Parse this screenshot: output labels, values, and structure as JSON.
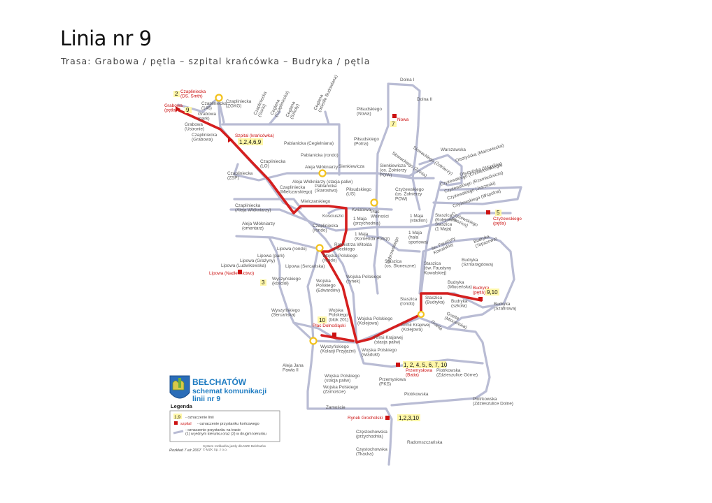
{
  "title": "Linia nr 9",
  "route": "Trasa: Grabowa / pętla – szpital krańcówka – Budryka / pętla",
  "colors": {
    "route": "#d51f1f",
    "network": "#b9bcd4",
    "transfer": "#f3c21c",
    "terminus": "#cc1111",
    "label_bg": "#fff7a8"
  },
  "stations": {
    "czaplin_ds": "Czaplinieckа\n(DS. Smth)",
    "czaplin_zgkg": "Czaplinieckа\n(ZGKG)",
    "czaplin146": "Czaplinieckа\n(146)",
    "grabowa_petla": "Grabowa\n(pętla)",
    "grabowa_park": "Grabowa\n(park)",
    "grabowa_ustronie": "Grabowa\n(Ustronie)",
    "czaplin_grabowa": "Czaplinieckа\n(Grabowa)",
    "szpital": "Szpital (krańcówka)",
    "czaplin_lo": "Czaplinieckа\n(LO)",
    "czaplin_zsp": "Czaplinieckа\n(ZSP)",
    "czaplin_mielcz": "Czaplinieckа\n(Mielczarskiego)",
    "czaplin_wlok": "Czaplinieckа\n(Aleja Włókniarzy)",
    "wlok_oment": "Aleja Włókniarzy\n(omentarz)",
    "wlok_stacja": "Aleja Włókniarzy (stacja paliw)",
    "aleja_wlok": "Aleja Włókniarzy",
    "pabianicka_ceg": "Pabianicka (Cegielniana)",
    "pabianicka_rondo": "Pabianicka (rondo)",
    "pabianicka_star": "Pabianicka\n(Starostwo)",
    "mielczarskiego": "Mielczarskiego",
    "kosciuszki": "Kościuszki",
    "kwiatowa": "Kwiatowa",
    "plac_wolnosci": "Plac\nWolności",
    "czaplin_rondo": "Czaplinieckа\n(rondo)",
    "rotmistrza": "Rotmistrza Witolda\nPileckiego",
    "wp_rondo": "Wojska Polskiego\n(rondo)",
    "lipowa_rondo": "Lipowa (rondo)",
    "lipowa_park": "Lipowa (park)",
    "lipowa_grazyny": "Lipowa (Grażyny)",
    "lipowa_ludwik": "Lipowa (Ludwikowska)",
    "lipowa_nadles": "Lipowa (Nadleśnictwo)",
    "lipowa_sercan": "Lipowa (Serсańska)",
    "wysz_kosciol": "Wyszyńskiego\n(kościół)",
    "wysz_sercan": "Wyszyńskiego\n(Serсańska)",
    "wp_edward": "Wojska\nPolskiego\n(Edwardów)",
    "wp_rynek": "Wojska Polskiego\n(rynek)",
    "wp_blok": "Wojska\nPolskiego\n(blok 201)",
    "plac_doln": "Plac Dolnośląski",
    "wp_kolejowa": "Wojska Polskiego\n(Kolejowa)",
    "ak_stacja": "Armii Krajowej\n(stacja paliw)",
    "wp_wiadukt": "Wojska Polskiego\n(wiadukt)",
    "wysz_kolacji": "Wyszyńskiego\n(Kolacji Przyjaźni)",
    "aleja_jana": "Aleja Jana\nPawła II",
    "wp_stacja": "Wojska Polskiego\n(stacja paliw)",
    "wp_zamoscie": "Wojska Polskiego\n(Zamoście)",
    "zamoscie": "Zamoście",
    "przemyslowa_batia": "Przemysłowa\n(Batia)",
    "przemyslowa_pks": "Przemysłowa\n(PKS)",
    "piotrkowska": "Piotrkowska",
    "piotr_gorne": "Piotrkowska\n(Zdzieszulice Górne)",
    "piotr_dolne": "Piotrkowska\n(Zdzieszulice Dolne)",
    "rynek_groch": "Rynek Grocholski",
    "czest_przych": "Częstochowska\n(przychodnia)",
    "czest_tkacka": "Częstochowska\n(Tkacka)",
    "radomszczanska": "Radomszczańska",
    "dolna1": "Dolna I",
    "dolna2": "Dolna II",
    "pils_nowa": "Piłsudskiego\n(Nowa)",
    "nowa": "Nowa",
    "pils_polna": "Piłsudskiego\n(Polna)",
    "pils_us": "Piłsudskiego\n(US)",
    "sienkiewicza": "Sienkiewicza",
    "sienk_zolnierzy": "Sienkiewicza\n(os. Żołnierzy\nPOW)",
    "slowackiego_zytnia": "Słowackiego (Żytnia)",
    "slowackiego_zolnierzy": "Słowackiego (Żołnierzy)",
    "warszawska": "Warszawska",
    "olszt_mazow": "Olsztyńska (Mazowiecka)",
    "olszt_wspolna": "Olsztyńska (Wspólna)",
    "czyz_zolnierzy": "Czyżewskiego\n(os. Żołnierzy\nPOW)",
    "czyz_chmiel": "Czyżewskiego (Chmielowskiego)",
    "czyz_rzemiel": "Czyżewskiego (Rzemieślnicza)",
    "czyz_jutrzenki": "Czyżewskiego (Jutrzenki)",
    "czyz_wspolna": "Czyżewskiego (Wspólna)",
    "czyz_petla": "Czyżewskiego\n(pętla)",
    "czyz_staszica": "Czyżewskiego\n(Staszica)",
    "staszica_kolejowa": "Staszica\n(Kolejowa)",
    "staszica_1maja": "Staszica\n(1 Maja)",
    "maja_stadion": "1 Maja\n(stadion)",
    "maja_hala": "1 Maja\n(hala\nsportowa)",
    "maja_przych": "1 Maja\n(przychodnia)",
    "maja_komenda": "1 Maja\n(Komenda Policji)",
    "dabrowskiego": "Dąbrowskiego",
    "faustyny_kowal": "św. Faustyny\nKowalskiej",
    "budryka_topazowa": "Budryka\n(Topazowa)",
    "budryka_szmarag": "Budryka\n(Szmaragdowa)",
    "staszica_slon": "Staszica\n(os. Słoneczne)",
    "staszica_faustyny": "Staszica\n(św. Faustyny\nKowalskiej)",
    "budryka_mioc": "Budryka\n(Miocеńska)",
    "budryka_petla": "Budryka\n(pętla)",
    "staszica_rondo": "Staszica\n(rondo)",
    "staszica_budryka": "Staszica\n(Budryka)",
    "budryka_szkola": "Budryka\n(szkoła)",
    "budryka_szafirowa": "Budryka\n(Szafirowa)",
    "goetla_mioc": "Goetla\n(Miocеńska)",
    "goetla": "Goetla",
    "ak_kolejowa": "Armii Krajowej\n(Kolejowa)",
    "czaplin_gorki": "Czaplinieckа\n(Gorki)",
    "ceglana": "Ceglana\n(Czaplinieckа)",
    "ceglana_szkoly": "Ceglana\n(Szkoły)",
    "ceglana_osiedle": "Ceglana\n(osiedle Budowlana)"
  },
  "line_labels": {
    "grabowa": "9",
    "czaplin_ds": "2",
    "szpital": "1,2,4,6,9",
    "nowa": "7",
    "czyz_petla": "5",
    "lipowa_nadles": "3",
    "budryka_petla": "9,10",
    "plac_doln": "10",
    "przemyslowa": "1, 2, 4, 5, 6, 7, 10",
    "rynek_groch": "1,2,3,10"
  },
  "logo": {
    "title": "BEŁCHATÓW",
    "subtitle": "schemat komunikacji\nlinii nr 9"
  },
  "legend": {
    "title": "Legenda",
    "lines_sample": "1,9",
    "lines_desc": "- oznaczenie linii",
    "term_sample": "szpital",
    "term_desc": "- oznaczenie przystanku końcowego",
    "stop_desc": "- oznaczenie przystanku na trasie\n(1) w jednym kierunku oraz (2) w drugim kierunku"
  },
  "footer": {
    "edition": "Rozkład 7  eż 2007",
    "credit": "System rozkładów jazdy dla MZK Bełchatów\n© MZK Sp. z o.o."
  }
}
